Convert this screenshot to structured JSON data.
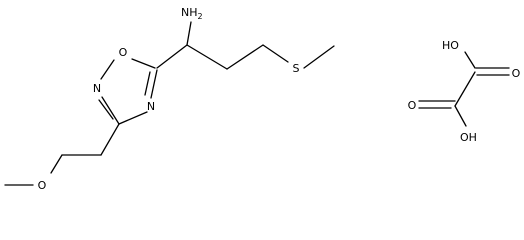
{
  "molecule": {
    "labels": {
      "amine": "NH",
      "amine_sub": "2",
      "ring_o": "O",
      "ring_n3": "N",
      "ring_n4": "N",
      "thioether_s": "S",
      "ether_o": "O"
    }
  },
  "oxalic_acid": {
    "labels": {
      "hydroxyl_top": "HO",
      "carbonyl_top": "O",
      "carbonyl_bottom": "O",
      "hydroxyl_bottom": "OH"
    }
  },
  "colors": {
    "ink": "#000000",
    "background": "#ffffff"
  }
}
